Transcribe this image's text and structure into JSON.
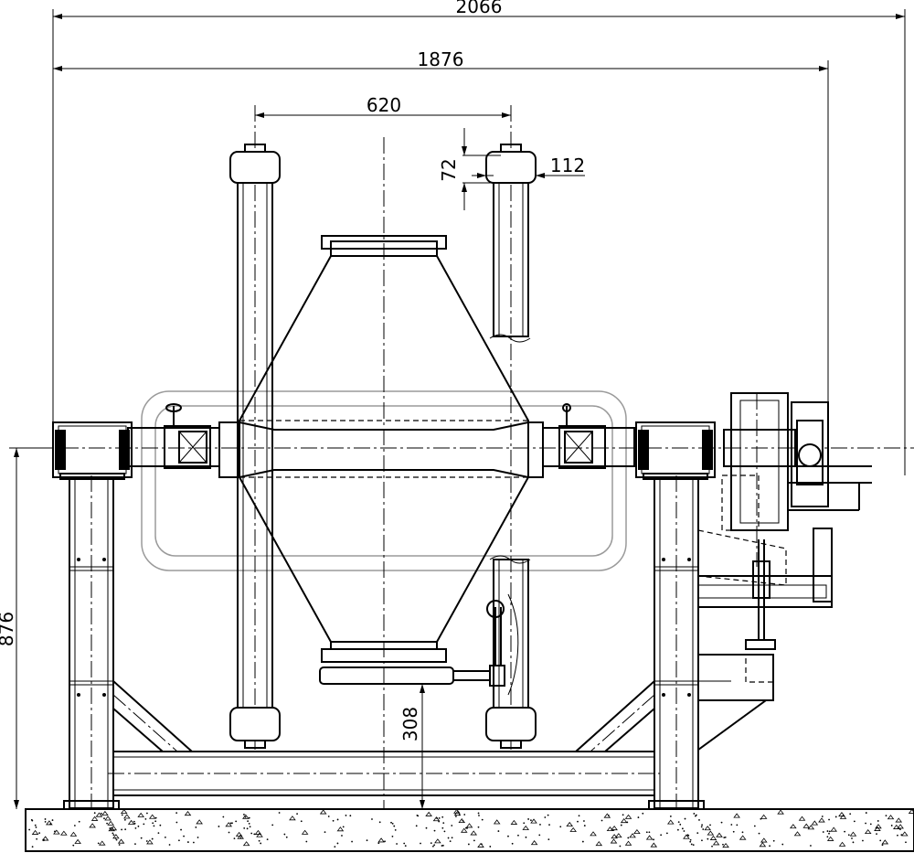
{
  "dimensions": {
    "overall_width": "2066",
    "frame_width": "1876",
    "post_spacing": "620",
    "cap_height": "72",
    "cap_width": "112",
    "overall_height": "876",
    "outlet_height": "308"
  }
}
